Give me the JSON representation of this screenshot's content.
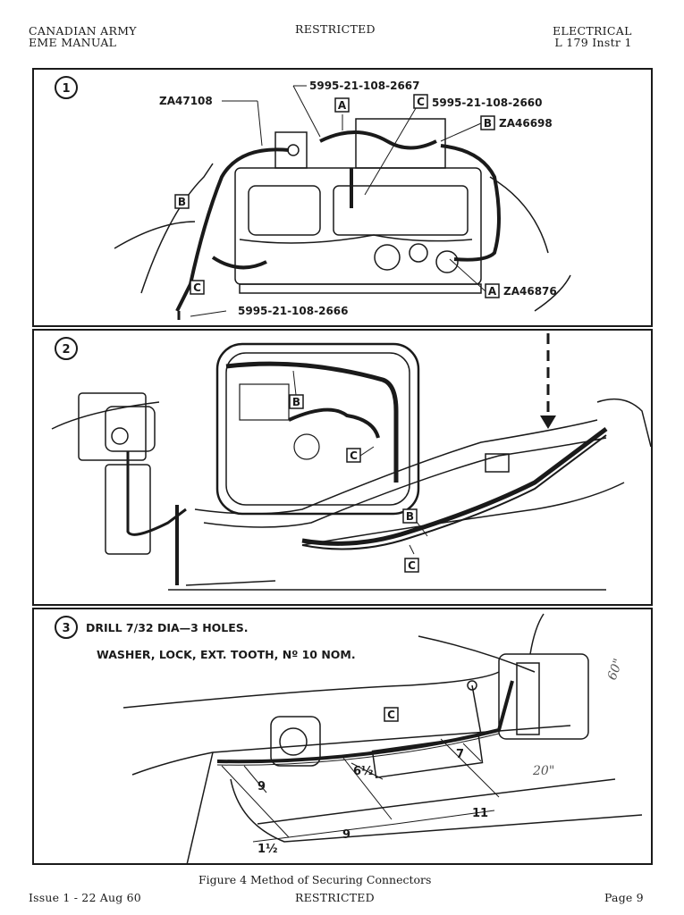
{
  "header": {
    "left_line1": "CANADIAN ARMY",
    "left_line2": "EME MANUAL",
    "center": "RESTRICTED",
    "right_line1": "ELECTRICAL",
    "right_line2": "L 179 Instr 1"
  },
  "panel1": {
    "number": "1",
    "part_top_cable": "5995-21-108-2667",
    "part_za47108": "ZA47108",
    "part_c_cable": "5995-21-108-2660",
    "part_b_za46698": "ZA46698",
    "part_a_za46876": "ZA46876",
    "part_bottom_cable": "5995-21-108-2666",
    "callout_a": "A",
    "callout_b": "B",
    "callout_c": "C"
  },
  "panel2": {
    "number": "2",
    "callout_b": "B",
    "callout_c": "C"
  },
  "panel3": {
    "number": "3",
    "note_drill": "DRILL 7/32 DIA—3 HOLES.",
    "note_washer": "WASHER, LOCK, EXT. TOOTH, Nº 10 NOM.",
    "callout_c": "C",
    "dim_9a": "9",
    "dim_9b": "9",
    "dim_11": "11",
    "dim_7": "7",
    "dim_6half": "6½",
    "dim_1half": "1½",
    "handwritten_60": "60\"",
    "handwritten_20": "20\""
  },
  "caption": "Figure 4 Method of Securing Connectors",
  "footer": {
    "left": "Issue 1 - 22 Aug 60",
    "center": "RESTRICTED",
    "right": "Page 9"
  }
}
